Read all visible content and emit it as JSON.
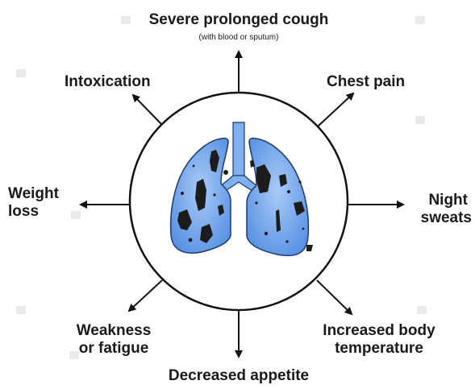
{
  "symptoms": {
    "top": "Severe prolonged cough",
    "top_note": "(with blood or sputum)",
    "top_left": "Intoxication",
    "top_right": "Chest pain",
    "left_line1": "Weight",
    "left_line2": "loss",
    "right_line1": "Night",
    "right_line2": "sweats",
    "bottom_left_line1": "Weakness",
    "bottom_left_line2": "or fatigue",
    "bottom_right_line1": "Increased body",
    "bottom_right_line2": "temperature",
    "bottom": "Decreased appetite"
  },
  "colors": {
    "lung_fill": "#6aa2ec",
    "lung_outline": "#1f3a66",
    "lesion": "#1c1c1c",
    "arrow": "#111111",
    "circle_outline": "#111111"
  }
}
